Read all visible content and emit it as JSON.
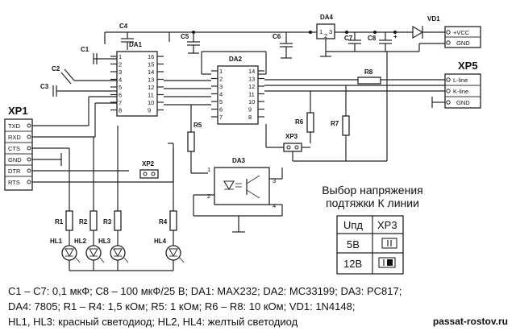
{
  "connectors": {
    "xp1": {
      "title": "XP1",
      "pins": [
        "TXD",
        "RXD",
        "CTS",
        "GND",
        "DTR",
        "RTS"
      ]
    },
    "xp5": {
      "title": "XP5",
      "pins": [
        "L-line",
        "K-line",
        "GND"
      ]
    },
    "power": {
      "pins": [
        "+VCC",
        "GND"
      ]
    },
    "xp2": "XP2",
    "xp3": "XP3"
  },
  "chips": {
    "da1": {
      "name": "DA1",
      "left_pins": [
        "1",
        "2",
        "3",
        "4",
        "5",
        "6",
        "7",
        "8"
      ],
      "right_pins": [
        "16",
        "15",
        "14",
        "13",
        "12",
        "11",
        "10",
        "9"
      ]
    },
    "da2": {
      "name": "DA2",
      "left_pins": [
        "1",
        "2",
        "3",
        "4",
        "5",
        "6",
        "7"
      ],
      "right_pins": [
        "14",
        "13",
        "12",
        "11",
        "10",
        "9",
        "8"
      ]
    },
    "da3": {
      "name": "DA3",
      "pins": [
        "1",
        "2",
        "3",
        "4"
      ]
    },
    "da4": {
      "name": "DA4",
      "pins": [
        "1",
        "2",
        "3"
      ]
    }
  },
  "components": {
    "c1": "C1",
    "c2": "C2",
    "c3": "C3",
    "c4": "C4",
    "c5": "C5",
    "c6": "C6",
    "c7": "C7",
    "c8": "C8",
    "r1": "R1",
    "r2": "R2",
    "r3": "R3",
    "r4": "R4",
    "r5": "R5",
    "r6": "R6",
    "r7": "R7",
    "r8": "R8",
    "hl1": "HL1",
    "hl2": "HL2",
    "hl3": "HL3",
    "hl4": "HL4",
    "vd1": "VD1",
    "plus": "+"
  },
  "voltage_selector": {
    "title": "Выбор напряжения подтяжки К линии",
    "header_voltage": "Uпд",
    "header_jumper": "XP3",
    "rows": [
      {
        "voltage": "5В"
      },
      {
        "voltage": "12В"
      }
    ]
  },
  "captions": {
    "line1": "C1 – C7: 0,1 мкФ; C8 – 100 мкФ/25 В; DA1: MAX232; DA2: MC33199; DA3: PC817;",
    "line2": "DA4: 7805; R1 – R4: 1,5 кОм; R5: 1 кОм; R6 – R8: 10 кОм; VD1: 1N4148;",
    "line3": "HL1, HL3: красный светодиод; HL2, HL4: желтый светодиод"
  },
  "watermark": "passat-rostov.ru"
}
